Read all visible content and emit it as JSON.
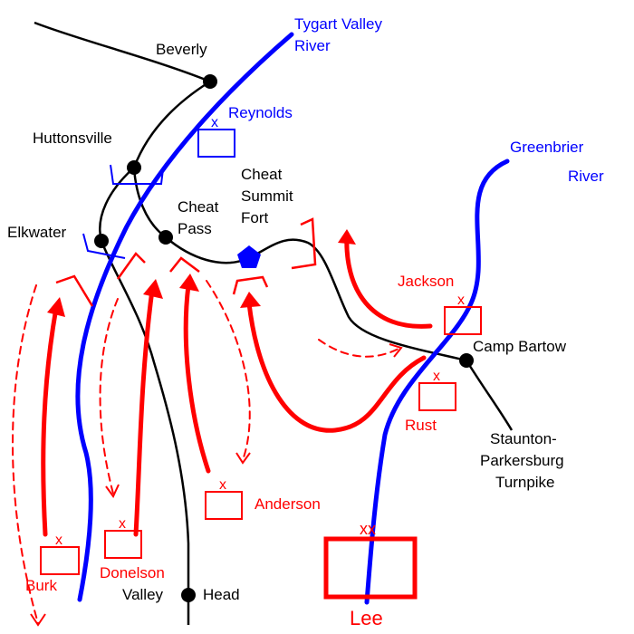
{
  "colors": {
    "union": "#0000ff",
    "confederate": "#ff0000",
    "road": "#000000",
    "river": "#0000ff"
  },
  "rivers": {
    "tygart_line1": "Tygart Valley",
    "tygart_line2": "River",
    "greenbrier_line1": "Greenbrier",
    "greenbrier_line2": "River"
  },
  "places": {
    "beverly": "Beverly",
    "huttonsville": "Huttonsville",
    "elkwater": "Elkwater",
    "cheat_pass_line1": "Cheat",
    "cheat_pass_line2": "Pass",
    "fort_line1": "Cheat",
    "fort_line2": "Summit",
    "fort_line3": "Fort",
    "camp_bartow": "Camp Bartow",
    "turnpike_line1": "Staunton-",
    "turnpike_line2": "Parkersburg",
    "turnpike_line3": "Turnpike",
    "valley": "Valley",
    "head": "Head"
  },
  "units": {
    "reynolds": "Reynolds",
    "jackson": "Jackson",
    "rust": "Rust",
    "anderson": "Anderson",
    "donelson": "Donelson",
    "burk": "Burk",
    "lee": "Lee",
    "brigade_symbol": "x",
    "army_symbol": "xx"
  }
}
